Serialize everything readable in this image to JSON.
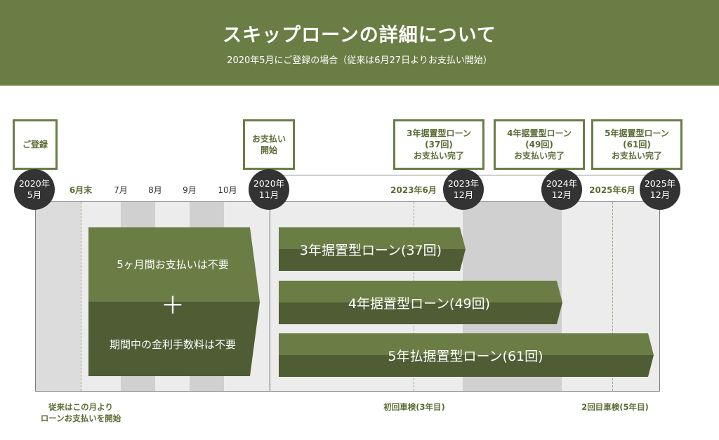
{
  "header": {
    "title": "スキップローンの詳細について",
    "subtitle": "2020年5月にご登録の場合（従来は6月27日よりお支払い開始）",
    "bg_color": "#6a7d45"
  },
  "top_boxes": {
    "register": "ご登録",
    "pay_start_1": "お支払い",
    "pay_start_2": "開始",
    "loan3": {
      "l1": "3年据置型ローン",
      "l2": "(37回)",
      "l3": "お支払い完了"
    },
    "loan4": {
      "l1": "4年据置型ローン",
      "l2": "(49回)",
      "l3": "お支払い完了"
    },
    "loan5": {
      "l1": "5年据置型ローン",
      "l2": "(61回)",
      "l3": "お支払い完了"
    }
  },
  "circles": {
    "c1": {
      "y": "2020年",
      "m": "5月"
    },
    "c2": {
      "y": "2020年",
      "m": "11月"
    },
    "c3": {
      "y": "2023年",
      "m": "12月"
    },
    "c4": {
      "y": "2024年",
      "m": "12月"
    },
    "c5": {
      "y": "2025年",
      "m": "12月"
    }
  },
  "months": {
    "june_end": "6月末",
    "jul": "7月",
    "aug": "8月",
    "sep": "9月",
    "oct": "10月",
    "y2023_jun": "2023年6月",
    "y2025_jun": "2025年6月"
  },
  "left_arrow": {
    "top": "5ヶ月間お支払いは不要",
    "plus": "＋",
    "bottom": "期間中の金利手数料は不要"
  },
  "bars": {
    "b3": "3年据置型ローン(37回)",
    "b4": "4年据置型ローン(49回)",
    "b5": "5年払据置型ローン(61回)"
  },
  "bottom_notes": {
    "left_1": "従来はこの月より",
    "left_2": "ローンお支払いを開始",
    "mid": "初回車検(3年目)",
    "right": "2回目車検(5年目)"
  },
  "colors": {
    "accent": "#6a7d45",
    "accent_dark": "#4f5c34",
    "circle": "#333333"
  }
}
